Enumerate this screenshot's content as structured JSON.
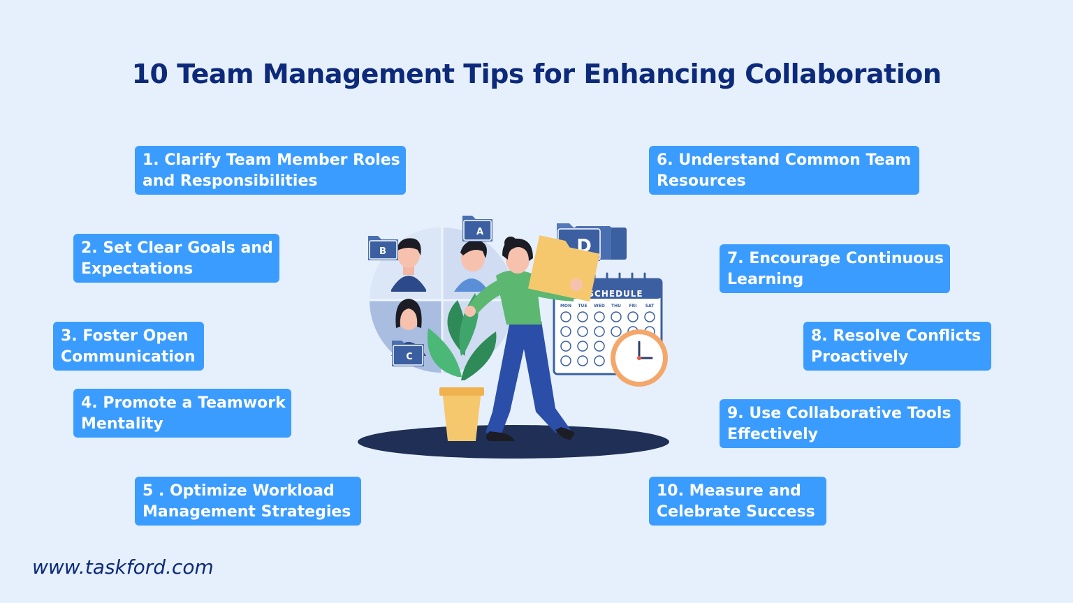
{
  "title": "10 Team Management Tips for Enhancing Collaboration",
  "tips": [
    {
      "line1": "1. Clarify Team Member Roles",
      "line2": "and Responsibilities"
    },
    {
      "line1": "2. Set Clear Goals and",
      "line2": "Expectations"
    },
    {
      "line1": "3.  Foster  Open",
      "line2": "Communication"
    },
    {
      "line1": "4. Promote a Teamwork",
      "line2": "Mentality"
    },
    {
      "line1": "5 .   Optimize  Workload",
      "line2": "Management Strategies"
    },
    {
      "line1": "6. Understand Common Team",
      "line2": "Resources"
    },
    {
      "line1": "7. Encourage Continuous",
      "line2": "Learning"
    },
    {
      "line1": "8. Resolve Conflicts",
      "line2": "Proactively"
    },
    {
      "line1": "9. Use Collaborative Tools",
      "line2": "Effectively"
    },
    {
      "line1": "10.   Measure  and",
      "line2": "Celebrate Success"
    }
  ],
  "illustration": {
    "folder_a": "A",
    "folder_b": "B",
    "folder_c": "C",
    "folder_d": "D",
    "calendar_label": "SCHEDULE",
    "days": [
      "MON",
      "TUE",
      "WED",
      "THU",
      "FRI",
      "SAT"
    ]
  },
  "footer": "www.taskford.com",
  "colors": {
    "background": "#e6f0fd",
    "tip_box": "#3b9cff",
    "title": "#0d2a7a"
  }
}
